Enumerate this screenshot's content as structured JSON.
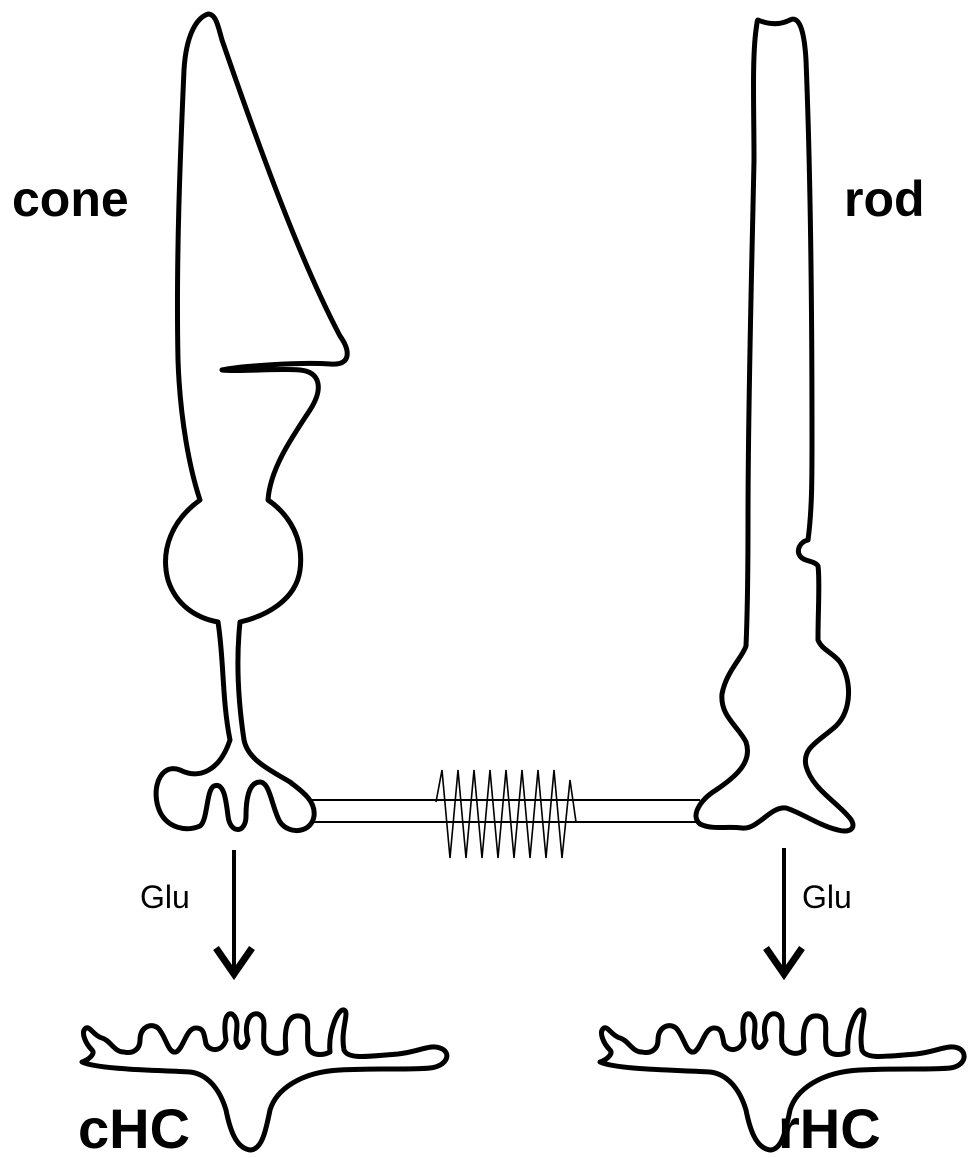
{
  "labels": {
    "cone": "cone",
    "rod": "rod",
    "cone_transmitter": "Glu",
    "rod_transmitter": "Glu",
    "cone_horizontal_cell": "cHC",
    "rod_horizontal_cell": "rHC"
  }
}
